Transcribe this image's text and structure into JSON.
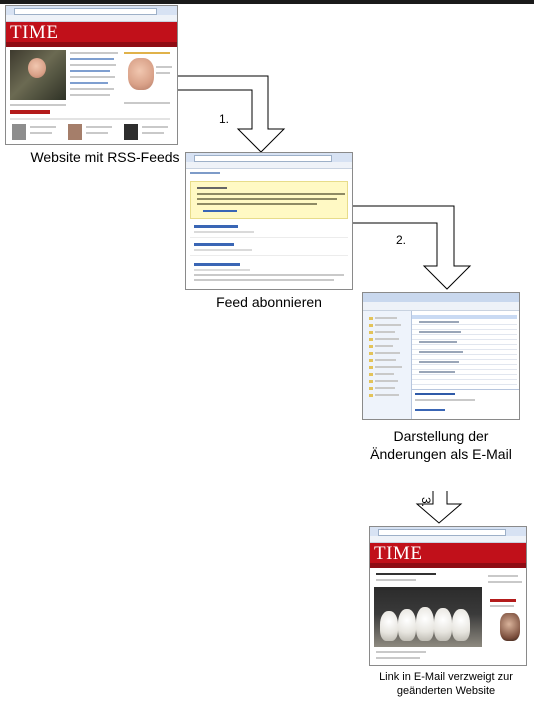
{
  "steps": [
    {
      "caption": "Website mit RSS-Feeds"
    },
    {
      "caption": "Feed abonnieren"
    },
    {
      "caption": "Darstellung der Änderungen als E-Mail"
    },
    {
      "caption": "Link in E-Mail verzweigt zur geänderten Website"
    }
  ],
  "arrows": [
    {
      "number": "1."
    },
    {
      "number": "2."
    },
    {
      "number": "3."
    }
  ],
  "screens": {
    "time_logo_1": "TIME",
    "time_logo_2": "TIME"
  },
  "colors": {
    "time_red": "#c1101a",
    "feed_banner": "#fff9c4",
    "outlook_blue": "#c9daf3"
  }
}
